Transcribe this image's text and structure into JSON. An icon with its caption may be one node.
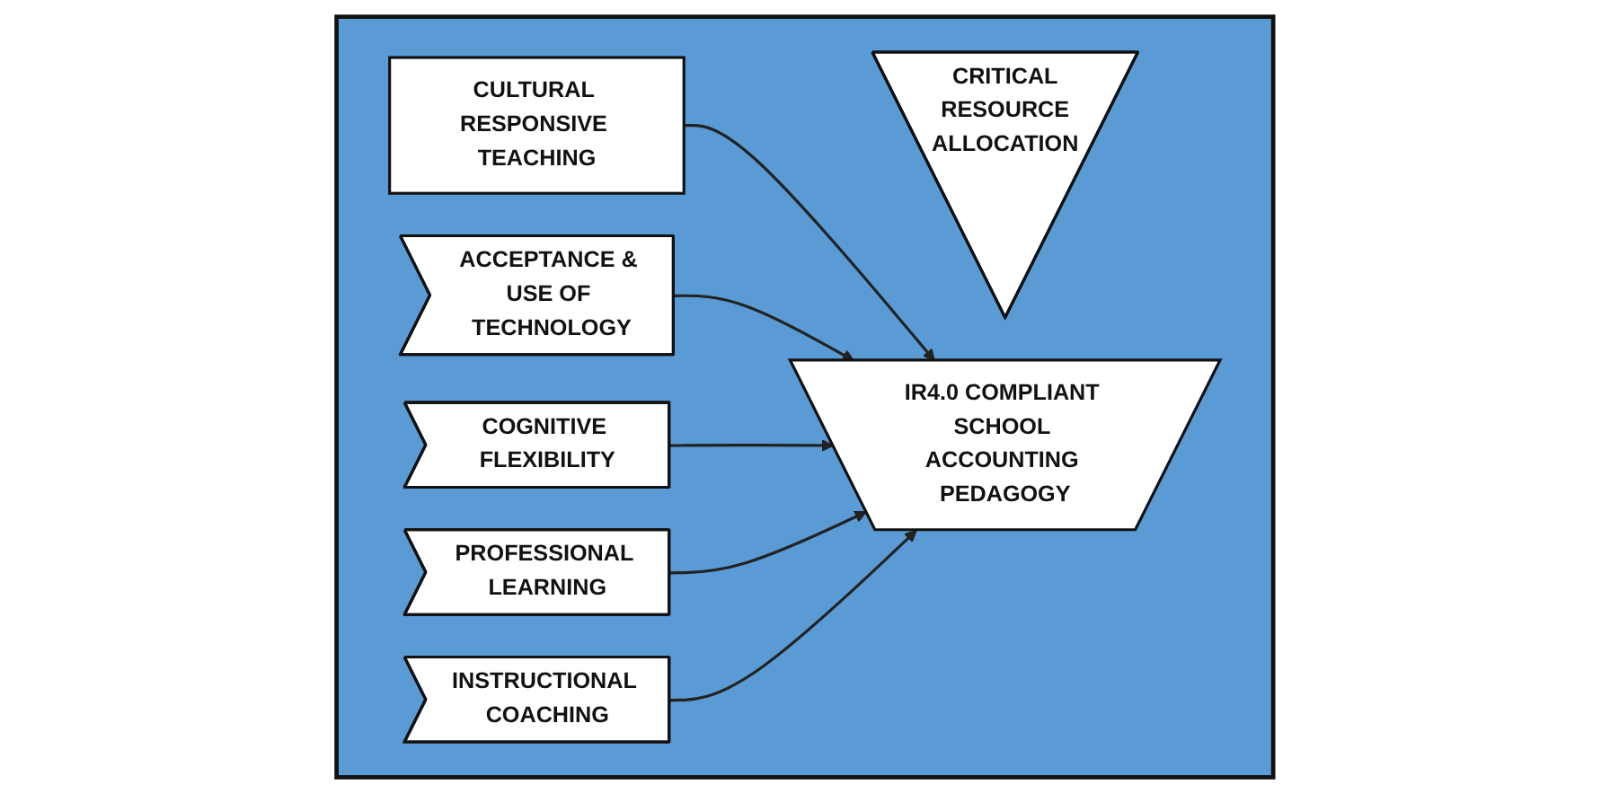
{
  "diagram": {
    "nodes": [
      {
        "text": [],
        "shape": "box"
      },
      {
        "text": [
          "CRITICAL",
          "RESOURCE",
          "ALLOCATION"
        ],
        "in": 0
      },
      {
        "text": [
          "CULTURAL RESPONSIVE TEACHING"
        ],
        "in": 0
      },
      {
        "text": [
          "ACCEPTANCE & USE OF TECHNOLOGY"
        ],
        "in": 0
      },
      {
        "text": [
          "IR4.0 COMPLIANT SCHOOL ACCOUNTING PEDAGOGY"
        ],
        "in": 0
      },
      {
        "text": [
          "COGNITIVE FLEXIBILITY"
        ],
        "in": 0
      },
      {
        "text": [
          "PROFESSIONAL LEARNING"
        ],
        "in": 0
      },
      {
        "text": [
          "INSTRUCTIONAL COACHING"
        ],
        "in": 0
      }
    ],
    "edges": [
      {
        "from": 2,
        "to": 4,
        "arrow": "to"
      },
      {
        "from": 3,
        "to": 4,
        "arrow": "to"
      },
      {
        "from": 5,
        "to": 4,
        "arrow": "to"
      },
      {
        "from": 6,
        "to": 4,
        "arrow": "to"
      },
      {
        "from": 7,
        "to": 4,
        "arrow": "to"
      }
    ]
  }
}
